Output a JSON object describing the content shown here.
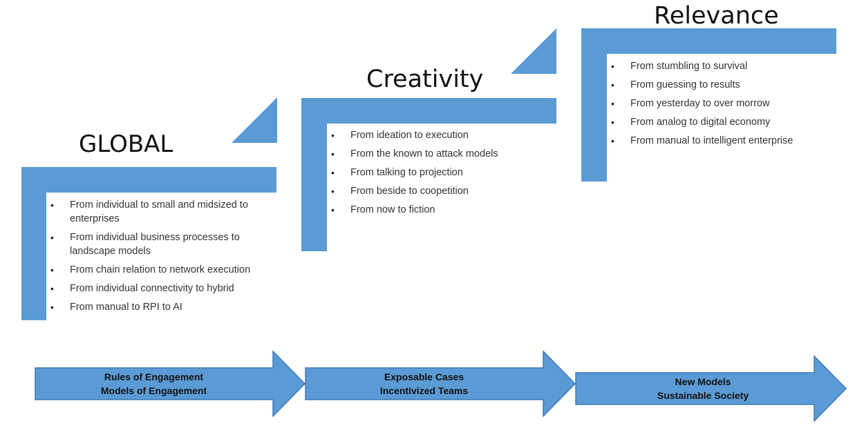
{
  "colors": {
    "accent": "#5b9bd5",
    "arrow_fill": "#5b9bd5",
    "arrow_stroke": "#3f78b5"
  },
  "steps": [
    {
      "heading": "GLOBAL",
      "items": [
        "From individual to small and midsized to enterprises",
        "From individual business processes to landscape models",
        "From chain relation to network execution",
        "From individual connectivity to hybrid",
        "From manual to RPI to AI"
      ]
    },
    {
      "heading": "Creativity",
      "items": [
        "From ideation to execution",
        "From the known to attack models",
        "From talking to projection",
        "From beside to coopetition",
        "From now to fiction"
      ]
    },
    {
      "heading": "Relevance",
      "items": [
        "From stumbling to survival",
        "From guessing to results",
        "From yesterday to over morrow",
        "From analog to digital economy",
        "From manual to intelligent enterprise"
      ]
    }
  ],
  "arrows": [
    {
      "line1": "Rules of Engagement",
      "line2": "Models of Engagement"
    },
    {
      "line1": "Exposable Cases",
      "line2": "Incentivized Teams"
    },
    {
      "line1": "New Models",
      "line2": "Sustainable Society"
    }
  ]
}
